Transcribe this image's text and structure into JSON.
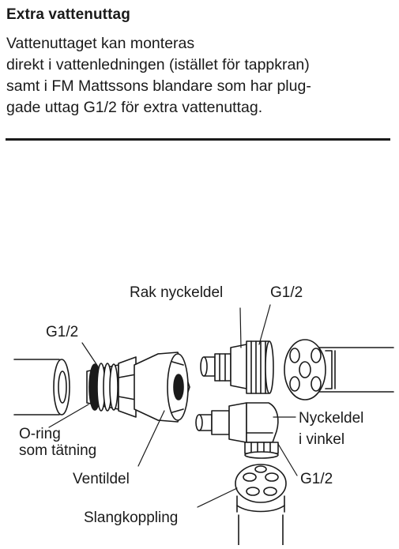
{
  "heading": "Extra vattenuttag",
  "body": {
    "lines": [
      "Vattenuttaget kan monteras",
      "direkt i vattenledningen (istället för tappkran)",
      "samt i FM Mattssons blandare som har plug-",
      "gade uttag G1/2 för extra vattenuttag."
    ]
  },
  "diagram": {
    "labels": {
      "rak_nyckeldel": "Rak nyckeldel",
      "g12_top": "G1/2",
      "g12_left": "G1/2",
      "oring_1": "O-ring",
      "oring_2": "som tätning",
      "ventildel": "Ventildel",
      "nyckeldel_1": "Nyckeldel",
      "nyckeldel_2": "i vinkel",
      "g12_bottom": "G1/2",
      "slangkoppling": "Slangkoppling"
    }
  }
}
